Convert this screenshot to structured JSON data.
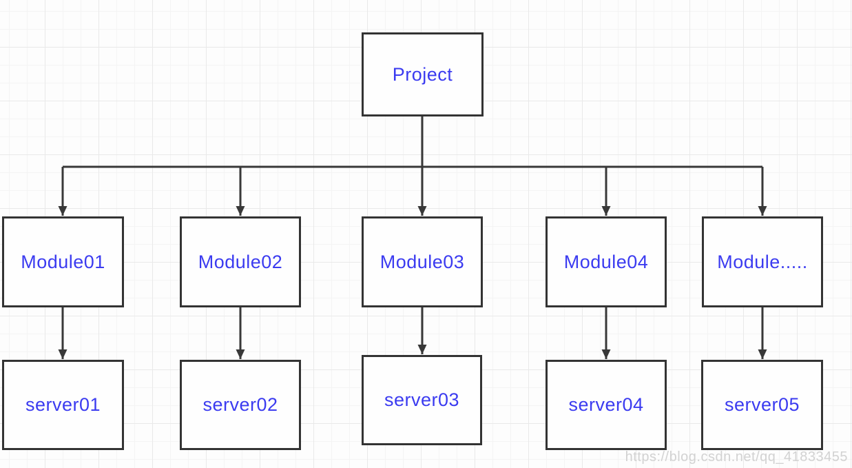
{
  "diagram": {
    "type": "tree",
    "root": {
      "label": "Project"
    },
    "modules": [
      "Module01",
      "Module02",
      "Module03",
      "Module04",
      "Module....."
    ],
    "servers": [
      "server01",
      "server02",
      "server03",
      "server04",
      "server05"
    ],
    "edges": [
      [
        "Project",
        "Module01"
      ],
      [
        "Project",
        "Module02"
      ],
      [
        "Project",
        "Module03"
      ],
      [
        "Project",
        "Module04"
      ],
      [
        "Project",
        "Module....."
      ],
      [
        "Module01",
        "server01"
      ],
      [
        "Module02",
        "server02"
      ],
      [
        "Module03",
        "server03"
      ],
      [
        "Module04",
        "server04"
      ],
      [
        "Module.....",
        "server05"
      ]
    ],
    "colors": {
      "box_border": "#333333",
      "box_fill": "#fefefe",
      "label_text": "#3b3bf0",
      "connector": "#383838",
      "grid_minor": "#f4f4f4",
      "grid_major": "#e9e9e9",
      "watermark_text": "#d2d2d2"
    }
  },
  "page": {
    "watermark": "https://blog.csdn.net/qq_41833455"
  }
}
